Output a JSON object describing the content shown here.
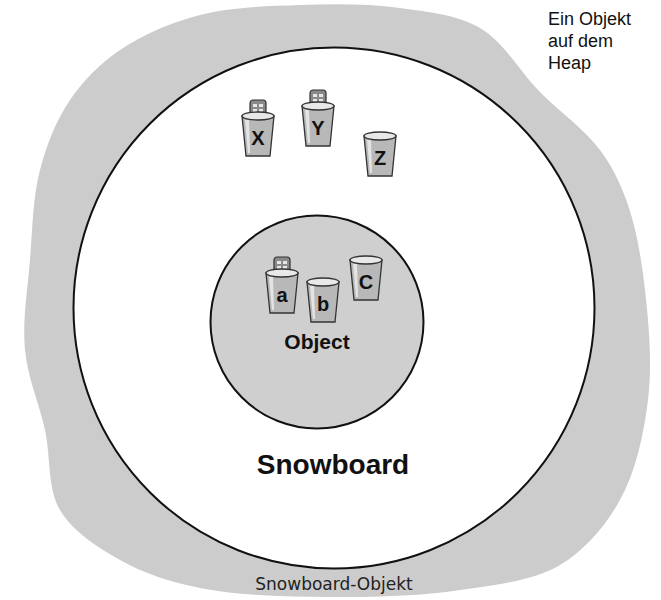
{
  "diagram": {
    "nodes": [
      {
        "text": [
          "Snowboard-Objekt"
        ]
      },
      {
        "text": [
          "Snowboard"
        ],
        "in": 0
      },
      {
        "text": [
          "X"
        ],
        "in": 1
      },
      {
        "text": [
          "Y"
        ],
        "in": 1
      },
      {
        "text": [
          "Z"
        ],
        "in": 1
      },
      {
        "text": [
          "Object"
        ],
        "in": 1
      },
      {
        "text": [
          "a"
        ],
        "in": 5
      },
      {
        "text": [
          "b"
        ],
        "in": 5
      },
      {
        "text": [
          "C"
        ],
        "in": 5
      }
    ],
    "labels": [
      "Ein Objekt auf dem Heap"
    ]
  }
}
